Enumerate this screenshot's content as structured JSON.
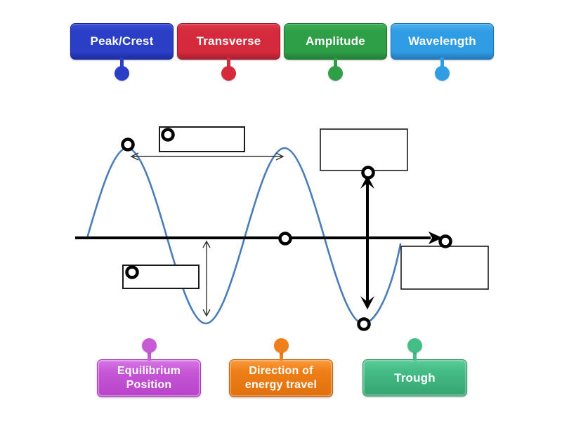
{
  "background_color": "#ffffff",
  "top_labels": [
    {
      "label": "Peak/Crest",
      "color": "#2a3ec6"
    },
    {
      "label": "Transverse",
      "color": "#d5293c"
    },
    {
      "label": "Amplitude",
      "color": "#2e9e47"
    },
    {
      "label": "Wavelength",
      "color": "#2f9ce4"
    }
  ],
  "bottom_labels": [
    {
      "label": "Equilibrium Position",
      "color": "#c75bd6"
    },
    {
      "label": "Direction of energy travel",
      "color": "#ef8019"
    },
    {
      "label": "Trough",
      "color": "#45bd86"
    }
  ],
  "diagram": {
    "wave_color": "#4a7db8",
    "line_color": "#000000",
    "wave_periods": 2,
    "empty_drop_box_count": 4,
    "answer_point_count": 7
  }
}
